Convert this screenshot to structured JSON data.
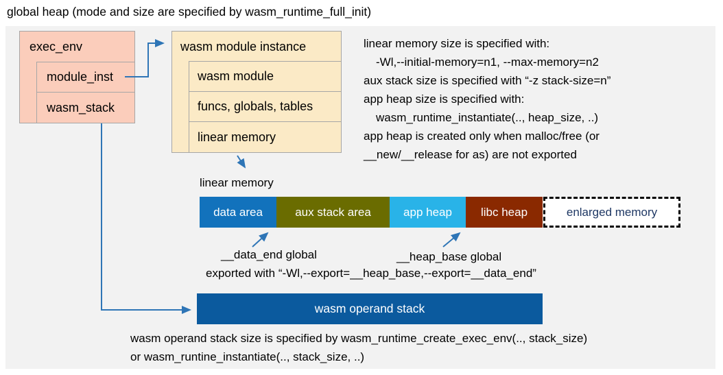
{
  "title": "global heap (mode and size are specified by wasm_runtime_full_init)",
  "exec_env": {
    "label": "exec_env",
    "fields": [
      {
        "label": "module_inst"
      },
      {
        "label": "wasm_stack"
      }
    ]
  },
  "module_instance": {
    "label": "wasm module instance",
    "fields": [
      {
        "label": "wasm module"
      },
      {
        "label": "funcs, globals, tables"
      },
      {
        "label": "linear memory"
      }
    ]
  },
  "notes_top": {
    "lines": [
      "linear memory size is specified with:",
      "-Wl,--initial-memory=n1, --max-memory=n2",
      "aux stack size is specified with “-z stack-size=n”",
      "app heap size is specified with:",
      "wasm_runtime_instantiate(.., heap_size, ..)",
      "app heap is created only when malloc/free (or",
      "__new/__release for as) are not exported"
    ]
  },
  "linear_memory": {
    "label": "linear memory",
    "segments": [
      {
        "label": "data area",
        "color": "#1272bc"
      },
      {
        "label": "aux stack area",
        "color": "#6a6c00"
      },
      {
        "label": "app heap",
        "color": "#29b3e8"
      },
      {
        "label": "libc heap",
        "color": "#8a2900"
      },
      {
        "label": "enlarged memory",
        "color": "#ffffff"
      }
    ]
  },
  "pointers": {
    "data_end_label": "__data_end global",
    "heap_base_label": "__heap_base global",
    "export_note": "exported with “-Wl,--export=__heap_base,--export=__data_end”"
  },
  "operand_stack": {
    "label": "wasm operand stack",
    "note_lines": [
      "wasm operand stack size is specified by wasm_runtime_create_exec_env(.., stack_size)",
      "or wasm_runtine_instantiate(.., stack_size, ..)"
    ]
  },
  "colors": {
    "panel_bg": "#f2f2f2",
    "exec_env_fill": "#fbcdbb",
    "module_instance_fill": "#fbeac6",
    "box_border": "#a6a6a6",
    "arrow_blue": "#2e75b6",
    "data_area": "#1272bc",
    "aux_stack_area": "#6a6c00",
    "app_heap": "#29b3e8",
    "libc_heap": "#8a2900",
    "enlarged_memory_text": "#1f3864",
    "operand_stack": "#0b5a9e"
  }
}
